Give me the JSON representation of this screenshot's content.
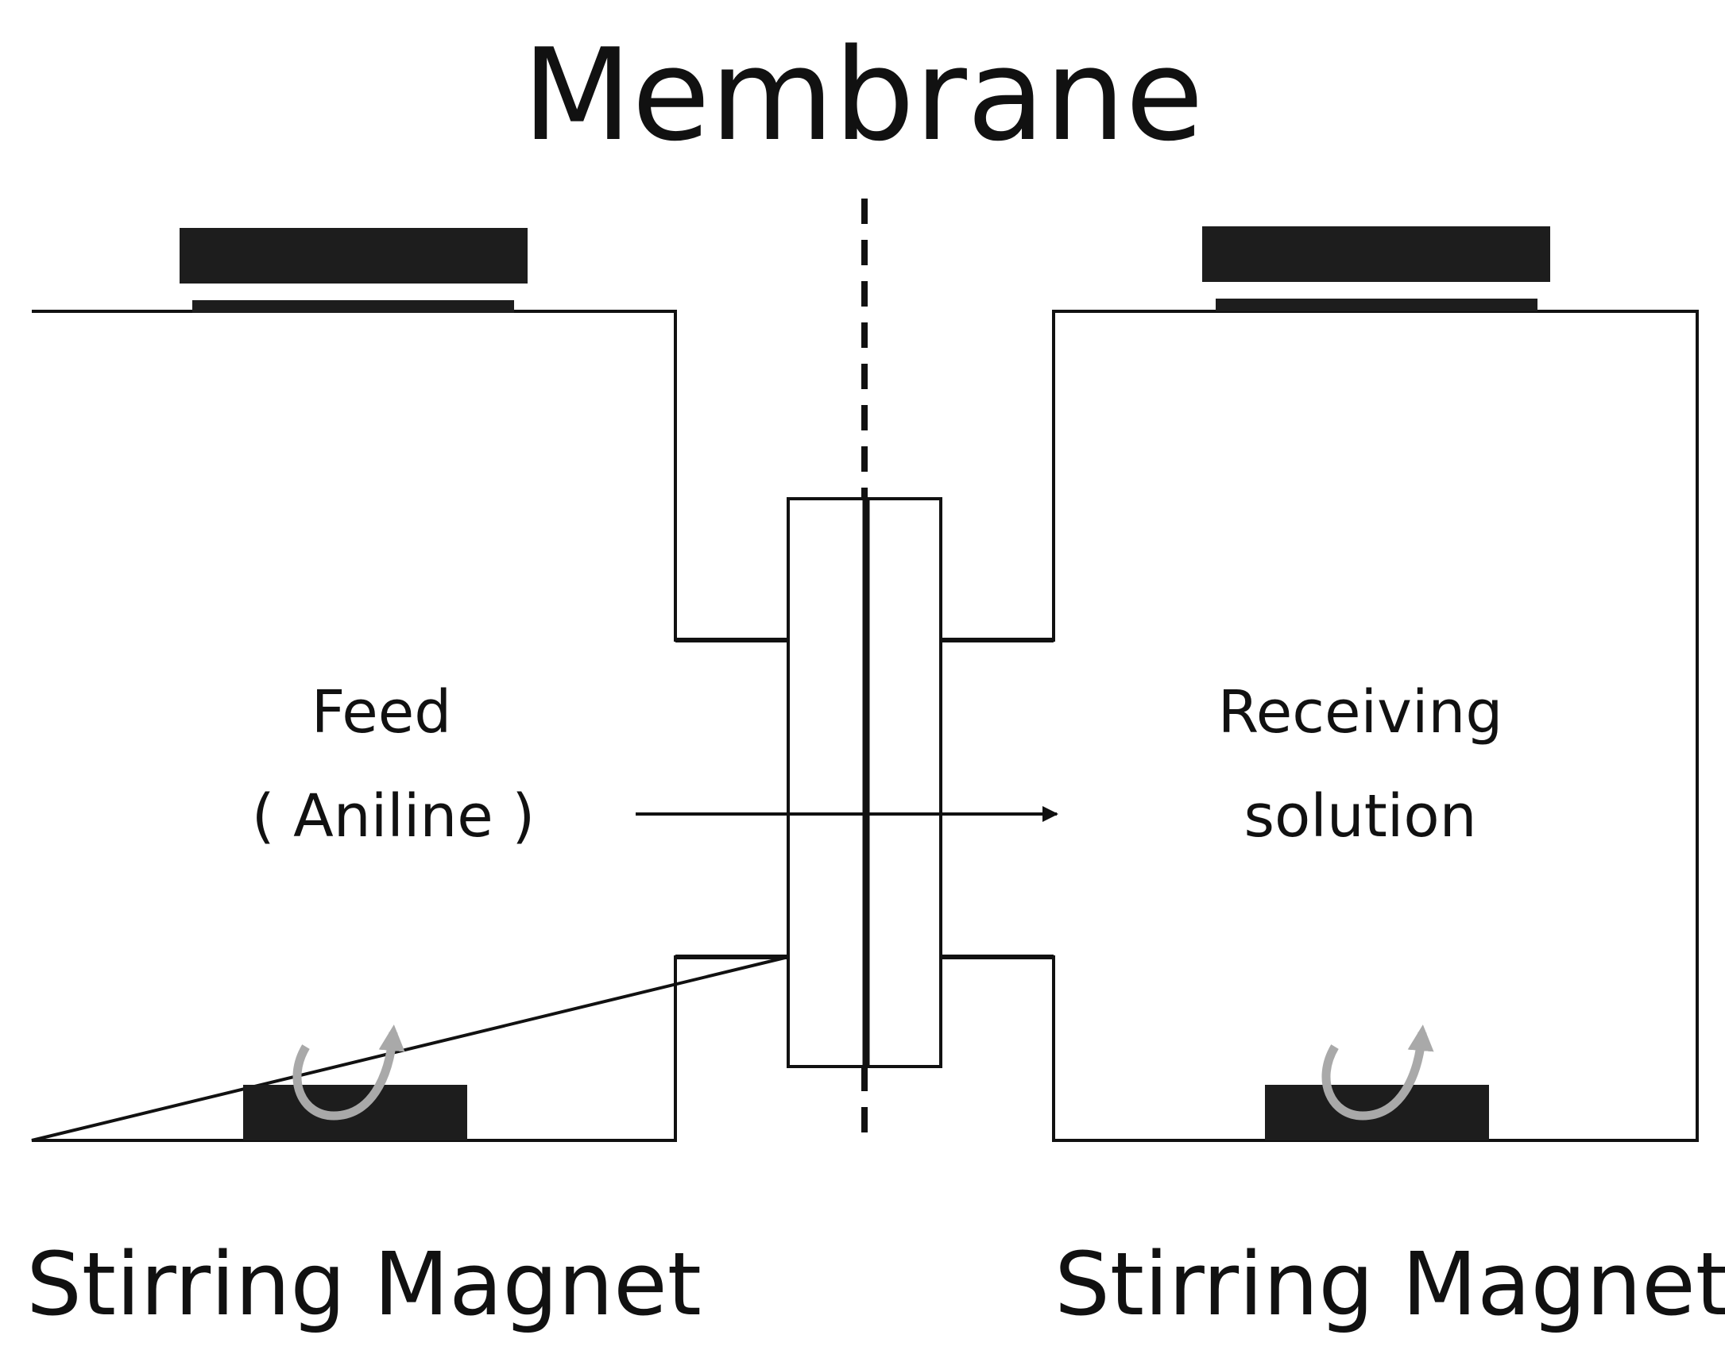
{
  "title": "Membrane",
  "feed": {
    "label": "Feed",
    "compound": "( Aniline )",
    "compound_color": "#e02020"
  },
  "receiving": {
    "line1": "Receiving",
    "line2": "solution"
  },
  "magnets": {
    "left_label": "Stirring Magnet",
    "right_label": "Stirring Magnet",
    "arrow_color": "#a9a9a9"
  }
}
